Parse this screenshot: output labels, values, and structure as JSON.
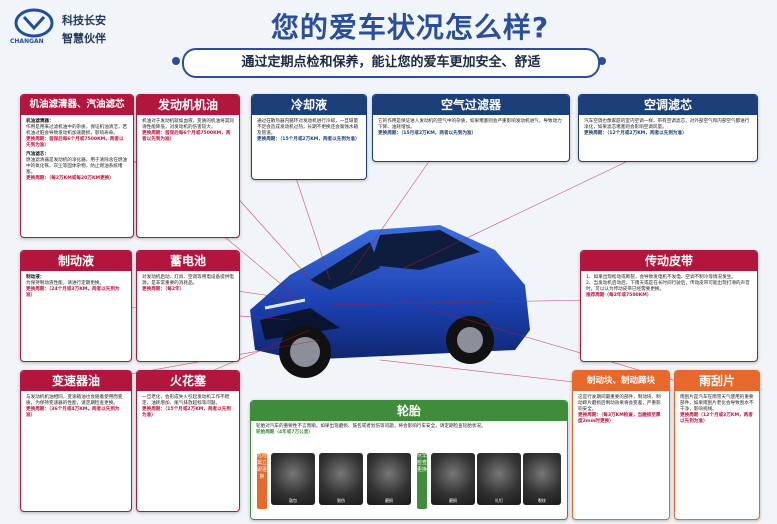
{
  "brand": {
    "name_en": "CHANGAN",
    "slogan_1": "科技长安",
    "slogan_2": "智慧伙伴"
  },
  "title": "您的爱车状况怎么样?",
  "subtitle": "通过定期点检和保养，能让您的爱车更加安全、舒适",
  "colors": {
    "red": "#b2163c",
    "navy": "#1c3f7a",
    "orange": "#e8672a",
    "green": "#3f8d3a",
    "title_blue": "#2a4e9c"
  },
  "cards": {
    "oil_filter": {
      "title": "机油滤清器、汽油滤芯",
      "s1": "机油滤清器：",
      "t1": "作用是用来过滤机油中的杂质，保证机油清洁，若机油过脏会导致发动机加速磨损，影响寿命。",
      "h1": "更换周期：首保后每6个月或7500KM，两者以先到为准）",
      "s2": "汽油滤芯：",
      "t2": "燃油滤清器是发动机的净化器，用于清除含在燃油中的氧化铁、灰尘等固体杂物，防止燃油系统堵塞。",
      "h2": "更换周期：（每2万KM或每20万KM更换）"
    },
    "engine_oil": {
      "title": "发动机机油",
      "t1": "机油对于发动机就如血液，变质的机油将其润滑性能降低，对发动机的伤害较大。",
      "h1": "更换周期：首保后每6个月或7500KM，两者以先到为准）"
    },
    "coolant": {
      "title": "冷却液",
      "t1": "通过在散热器内循环对发动机进行冷却，一旦缺量不足会造成发动机过热，长期不更换还会腐蚀水箱及管道。",
      "h1": "更换周期：（15个月或2万KM，两者以先到为准）"
    },
    "air_filter": {
      "title": "空气过滤器",
      "t1": "它的作用是保证进入发动机的空气中的杂质，如果堵塞则会严重影响发动机进气，导致动力下降、油耗增加。",
      "h1": "更换周期：（15月或2万KM，两者以先到为准）"
    },
    "ac_filter": {
      "title": "空调滤芯",
      "t1": "汽车空调也像家庭的室内空调一样，带有空调滤芯，对外部空气和内部空气都进行净化，如果滤芯堵塞则会影响空调风量。",
      "h1": "更换周期：（12个月或2万KM，两者以先到为准）"
    },
    "brake_fluid": {
      "title": "制动液",
      "s1": "制动液：",
      "t1": "为保持制动液性能，请进行定期更换。",
      "h1": "更换周期：（24个月或3万KM，两者以先到为准）"
    },
    "battery": {
      "title": "蓄电池",
      "t1": "对发动机启动、灯具、空调等用电设备提供电源，是非常重要的消耗品。",
      "h1": "更换周期：（每2年）"
    },
    "drive_belt": {
      "title": "传动皮带",
      "t1": "1、如果出现松动或断裂，会导致发电机不发电、空调不制冷等情况发生。",
      "t2": "2、当发动机启动后，下雨天或是在长时间行驶后，传动皮带可能出现打滑的声音时，可以认为传动皮带已经需要更换。",
      "h1": "推荐周期（每2年或7500KM）"
    },
    "transmission_oil": {
      "title": "变速器油",
      "t1": "与发动机机油相同，变速箱油也会随着使用而变质，为保持变速器的性能，请定期检查更换。",
      "h1": "更换周期：（36个月或4万KM，两者以先到为准）"
    },
    "spark_plug": {
      "title": "火花塞",
      "t1": "一旦老化，会形成失火引起发动机工作不稳定、油耗增加、尾气排放超标等问题。",
      "h1": "更换周期：（15个月或2万KM，两者以先到为准）"
    },
    "tire": {
      "title": "轮胎",
      "t1": "轮胎对汽车的重要性不言而喻，如果出现磨损、鼓包或者划伤等问题，将会影响行车安全，请定期检查轮胎状况。",
      "h1": "轮胎周期（4年或7万公里）",
      "left_label": "危险需立即更换",
      "right_label": "尽早检查更换",
      "photos": [
        "鼓包",
        "割伤",
        "磨损",
        "磨损",
        "扎钉",
        "裂纹"
      ]
    },
    "brake_pad": {
      "title": "制动块、制动蹄块",
      "t1": "这是行驶期间最重要的部件，制动块、制动蹄片磨损后制动效果将会变差，严重影响安全。",
      "h1": "更换周期：（每3万KM检查，当磨损至厚度2mm时更换）"
    },
    "wiper": {
      "title": "雨刮片",
      "t1": "雨刮片是汽车在雨雪天气使用的重要部件，如果雨刮片老化会导致刮水不干净，影响视线。",
      "h1": "更换周期（12个月或2万KM，两者以先到为准）"
    }
  }
}
